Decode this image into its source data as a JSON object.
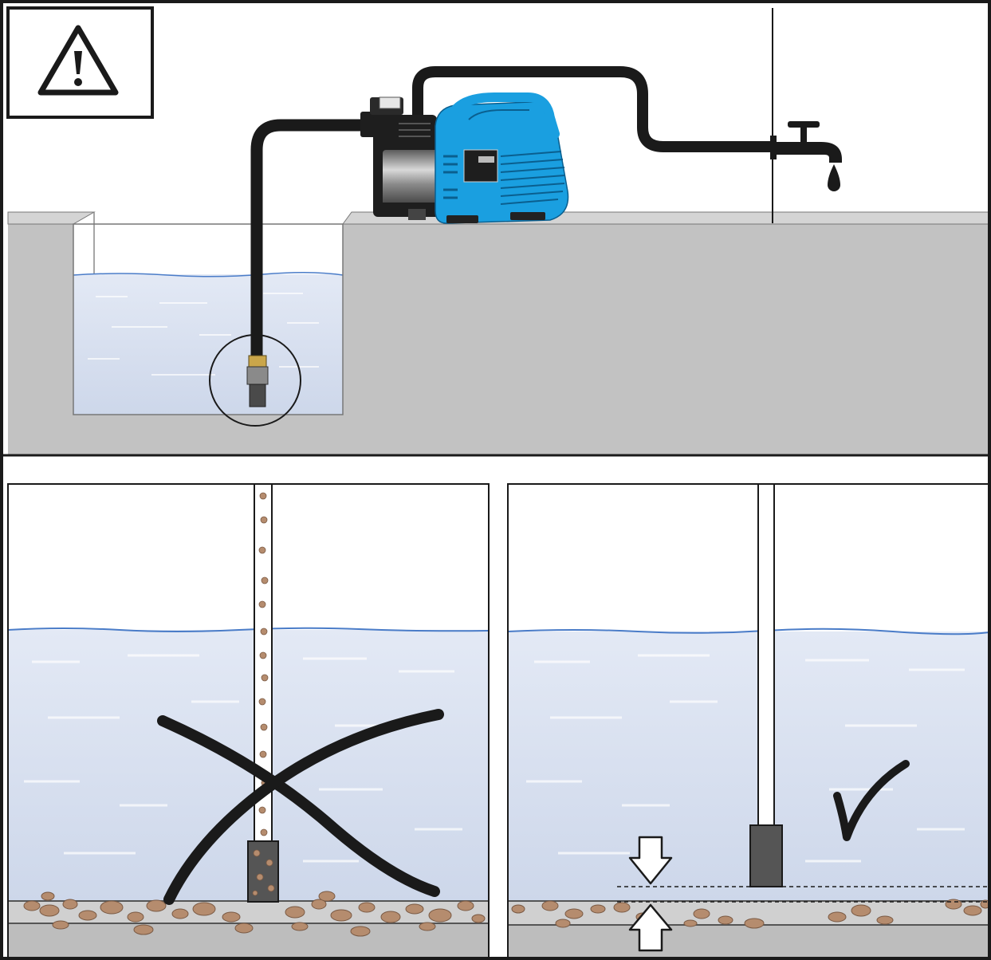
{
  "pump": {
    "brand_label": "",
    "model_label": "",
    "body_color": "#1a9fe0"
  },
  "colors": {
    "water": "#d6dff0",
    "water_line": "#4a7cc8",
    "ground": "#c2c2c2",
    "hose": "#1a1a1a",
    "sediment": "#b58c6e",
    "frame": "#1a1a1a"
  },
  "panels": {
    "top": {
      "scene": "pump-setup",
      "warning": true
    },
    "bottom_left": {
      "status": "incorrect",
      "mark": "cross"
    },
    "bottom_right": {
      "status": "correct",
      "mark": "check"
    }
  }
}
